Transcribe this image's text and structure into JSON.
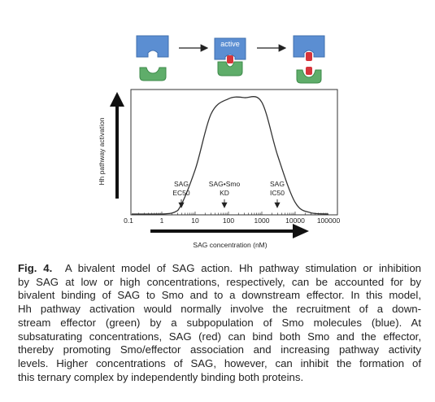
{
  "figure": {
    "schematic": {
      "active_label": "active"
    },
    "annotations": {
      "ec50": [
        "SAG",
        "EC50"
      ],
      "kd": [
        "SAG•Smo",
        "KD"
      ],
      "ic50": [
        "SAG",
        "IC50"
      ]
    },
    "colors": {
      "smo_blue": "#5b8ed2",
      "effector_green": "#5fad6a",
      "sag_red": "#d6343a",
      "curve": "#333333"
    }
  },
  "chart_data": {
    "type": "line",
    "title": "",
    "xlabel": "SAG concentration (nM)",
    "ylabel": "Hh pathway activation",
    "x_scale": "log",
    "x_ticks": [
      "0.1",
      "1",
      "10",
      "100",
      "1000",
      "10000",
      "100000"
    ],
    "xlim": [
      0.1,
      100000
    ],
    "ylim": [
      0,
      1
    ],
    "series": [
      {
        "x": [
          0.1,
          1,
          3,
          10,
          30,
          100,
          300,
          1000,
          3000,
          10000,
          30000,
          100000
        ],
        "y": [
          0.0,
          0.0,
          0.03,
          0.38,
          0.86,
          0.99,
          1.0,
          0.96,
          0.5,
          0.1,
          0.01,
          0.0
        ]
      }
    ],
    "grid": false,
    "legend": "none"
  },
  "caption": {
    "label": "Fig. 4.",
    "lines": [
      "A bivalent model of SAG action. Hh pathway stimulation or inhibition",
      "by SAG at low or high concentrations, respectively, can be accounted for by",
      "bivalent binding of SAG to Smo and to a downstream effector. In this model,",
      "Hh pathway activation would normally involve the recruitment of a down-",
      "stream effector (green) by a subpopulation of Smo molecules (blue). At",
      "subsaturating concentrations, SAG (red) can bind both Smo and the effector,",
      "thereby promoting Smo/effector association and increasing pathway activity",
      "levels. Higher concentrations of SAG, however, can inhibit the formation of",
      "this ternary complex by independently binding both proteins."
    ]
  }
}
